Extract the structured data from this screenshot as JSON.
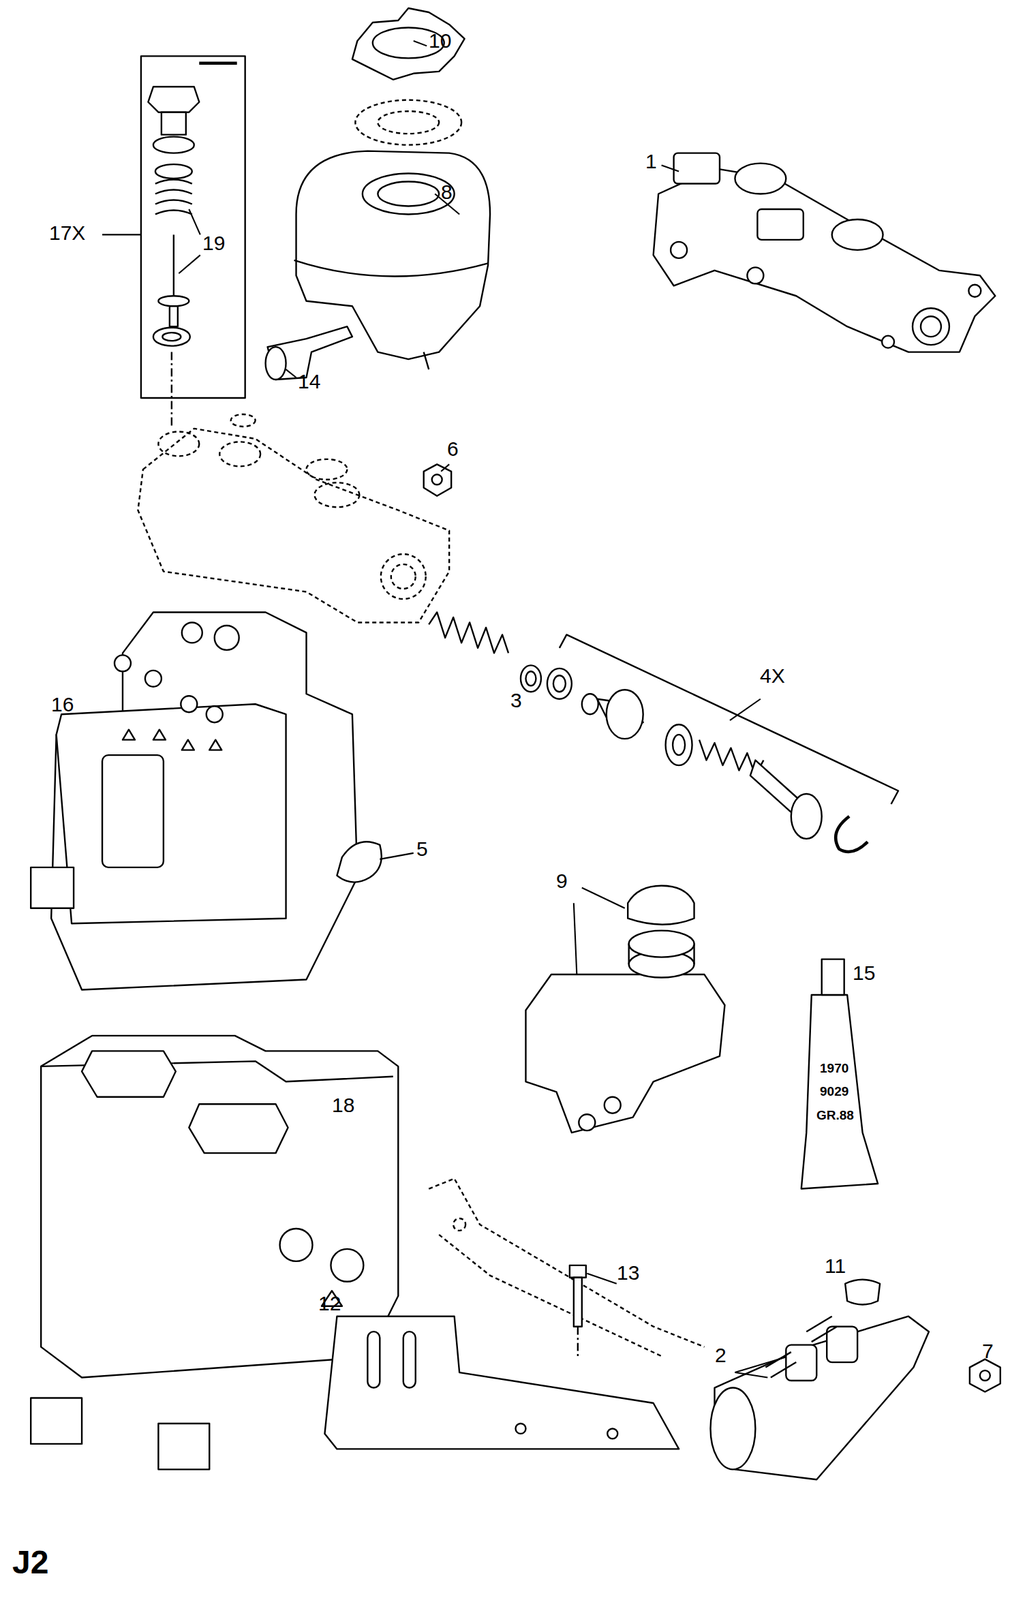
{
  "diagram": {
    "labels": [
      "10",
      "8",
      "1",
      "17X",
      "19",
      "14",
      "6",
      "3",
      "4X",
      "16",
      "5",
      "9",
      "15",
      "1970",
      "9029",
      "GR.88",
      "18",
      "11",
      "13",
      "2",
      "7",
      "12",
      "J2"
    ]
  }
}
